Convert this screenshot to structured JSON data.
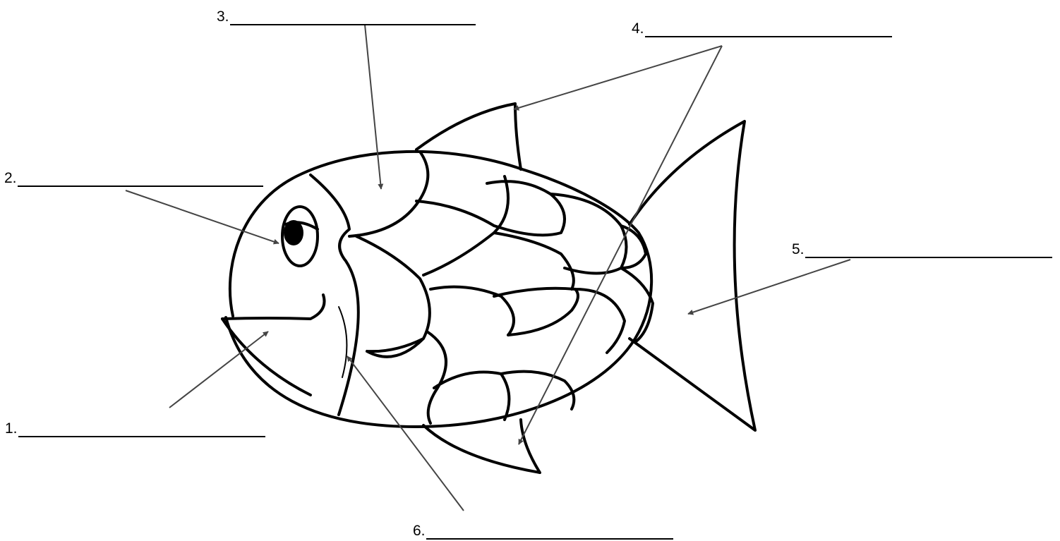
{
  "labels": [
    {
      "id": "1",
      "text": "1."
    },
    {
      "id": "2",
      "text": "2."
    },
    {
      "id": "3",
      "text": "3."
    },
    {
      "id": "4",
      "text": "4."
    },
    {
      "id": "5",
      "text": "5."
    },
    {
      "id": "6",
      "text": "6."
    }
  ],
  "colors": {
    "line": "#000000",
    "arrow": "#444444",
    "background": "#ffffff"
  },
  "icons": [
    "fish-drawing",
    "arrow-icon"
  ]
}
